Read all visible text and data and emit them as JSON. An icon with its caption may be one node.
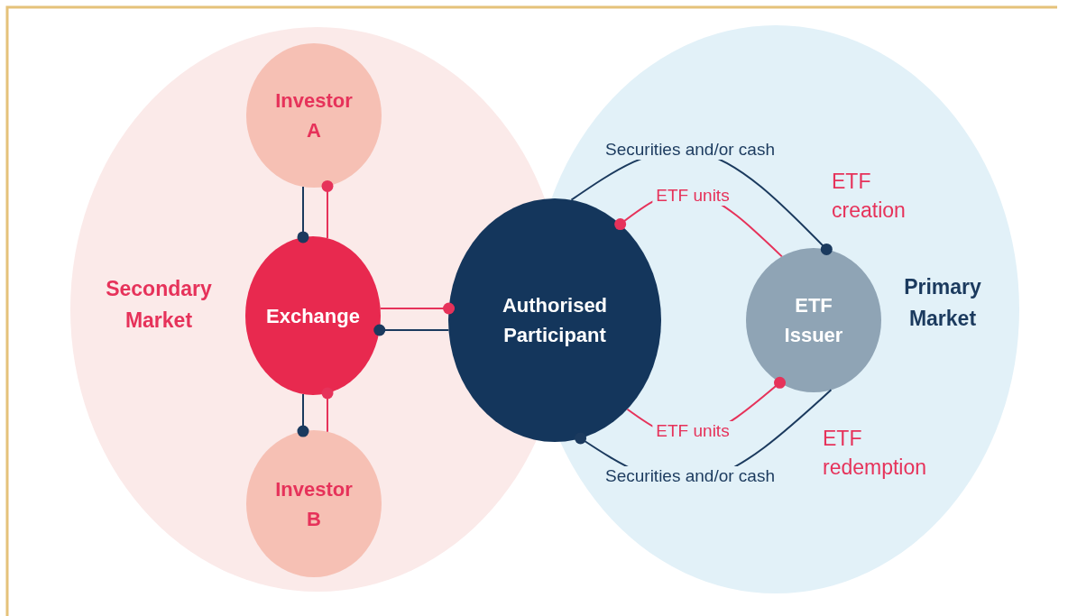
{
  "diagram": {
    "nodes": [
      {
        "text": [
          "Secondary Market"
        ]
      },
      {
        "text": [
          "Investor A"
        ],
        "in": 0
      },
      {
        "text": [
          "Exchange"
        ],
        "in": 0
      },
      {
        "text": [
          "Investor B"
        ],
        "in": 0
      },
      {
        "text": [
          "Authorised Participant"
        ]
      },
      {
        "text": [
          "Primary Market"
        ]
      },
      {
        "text": [
          "ETF Issuer"
        ],
        "in": 5
      }
    ],
    "edges": [
      {
        "from": 1,
        "to": 2,
        "arrow": "other",
        "color": "#1b3a5e"
      },
      {
        "from": 2,
        "to": 1,
        "arrow": "other",
        "color": "#e6325a"
      },
      {
        "from": 2,
        "to": 4,
        "arrow": "other",
        "color": "#e6325a"
      },
      {
        "from": 4,
        "to": 2,
        "arrow": "other",
        "color": "#1b3a5e"
      },
      {
        "from": 3,
        "to": 2,
        "arrow": "other",
        "color": "#e6325a"
      },
      {
        "from": 2,
        "to": 3,
        "arrow": "other",
        "color": "#1b3a5e"
      },
      {
        "from": 4,
        "to": 6,
        "arrow": "other",
        "label": "Securities and/or cash",
        "color": "#1b3a5e"
      },
      {
        "from": 6,
        "to": 4,
        "arrow": "other",
        "label": "ETF units",
        "color": "#e6325a"
      },
      {
        "from": 4,
        "to": 6,
        "arrow": "other",
        "label": "ETF units",
        "color": "#e6325a"
      },
      {
        "from": 6,
        "to": 4,
        "arrow": "other",
        "label": "Securities and/or cash",
        "color": "#1b3a5e"
      }
    ],
    "labels": [
      "ETF creation",
      "ETF redemption"
    ]
  }
}
